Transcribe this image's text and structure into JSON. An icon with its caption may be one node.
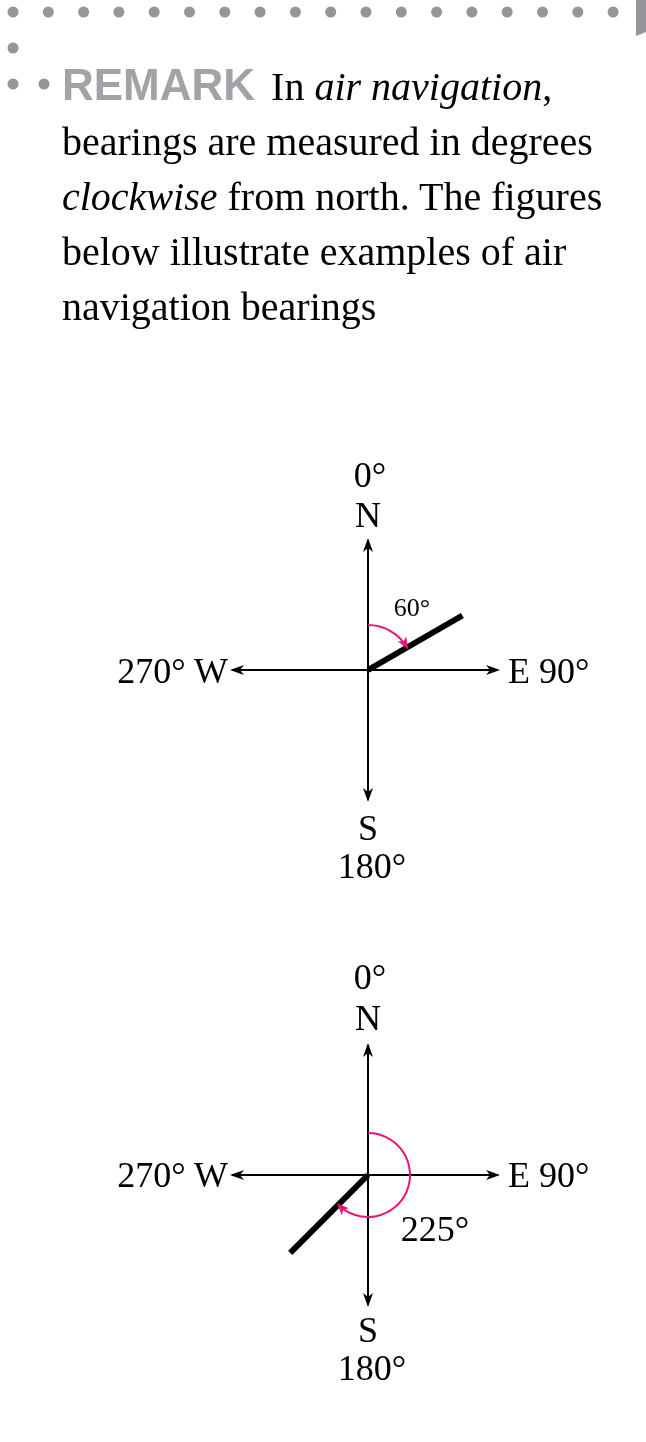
{
  "diagram": {
    "title": "REMARK",
    "labels": [
      "In *air navigation*, bearings are measured in degrees *clockwise* from north. The figures below illustrate examples of air navigation bearings",
      "0°",
      "N",
      "60°",
      "270° W",
      "E 90°",
      "S",
      "180°",
      "0°",
      "N",
      "270° W",
      "E 90°",
      "225°",
      "S",
      "180°"
    ]
  }
}
